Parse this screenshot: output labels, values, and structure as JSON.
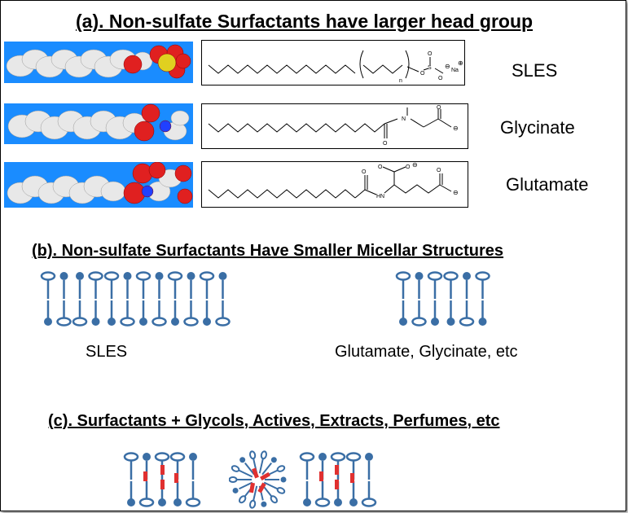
{
  "section_a": {
    "title": "(a). Non-sulfate Surfactants have larger head group",
    "rows": [
      {
        "name": "SLES",
        "structure_text": {
          "n": "n",
          "o1": "O",
          "s": "S",
          "o2": "O",
          "o3": "O",
          "ion": "⊖",
          "na": "Na",
          "na_charge": "⊕"
        }
      },
      {
        "name": "Glycinate",
        "structure_text": {
          "n": "N",
          "o1": "O",
          "o2": "O",
          "ion": "⊖"
        }
      },
      {
        "name": "Glutamate",
        "structure_text": {
          "nh": "H",
          "n": "N",
          "o1": "O",
          "o2": "O",
          "o3": "O",
          "o4": "O",
          "ion1": "⊖",
          "ion2": "⊖"
        }
      }
    ]
  },
  "section_b": {
    "title": "(b). Non-sulfate Surfactants Have Smaller Micellar Structures",
    "label_left": "SLES",
    "label_right": "Glutamate, Glycinate, etc"
  },
  "section_c": {
    "title": "(c). Surfactants + Glycols, Actives, Extracts, Perfumes, etc"
  },
  "colors": {
    "background_3d": "#1a8cff",
    "lipid": "#3a6ea5",
    "active": "#e03030",
    "carbon": "#e8e8e8",
    "oxygen": "#e02020",
    "sulfur": "#e0d020",
    "nitrogen": "#2040ff"
  }
}
